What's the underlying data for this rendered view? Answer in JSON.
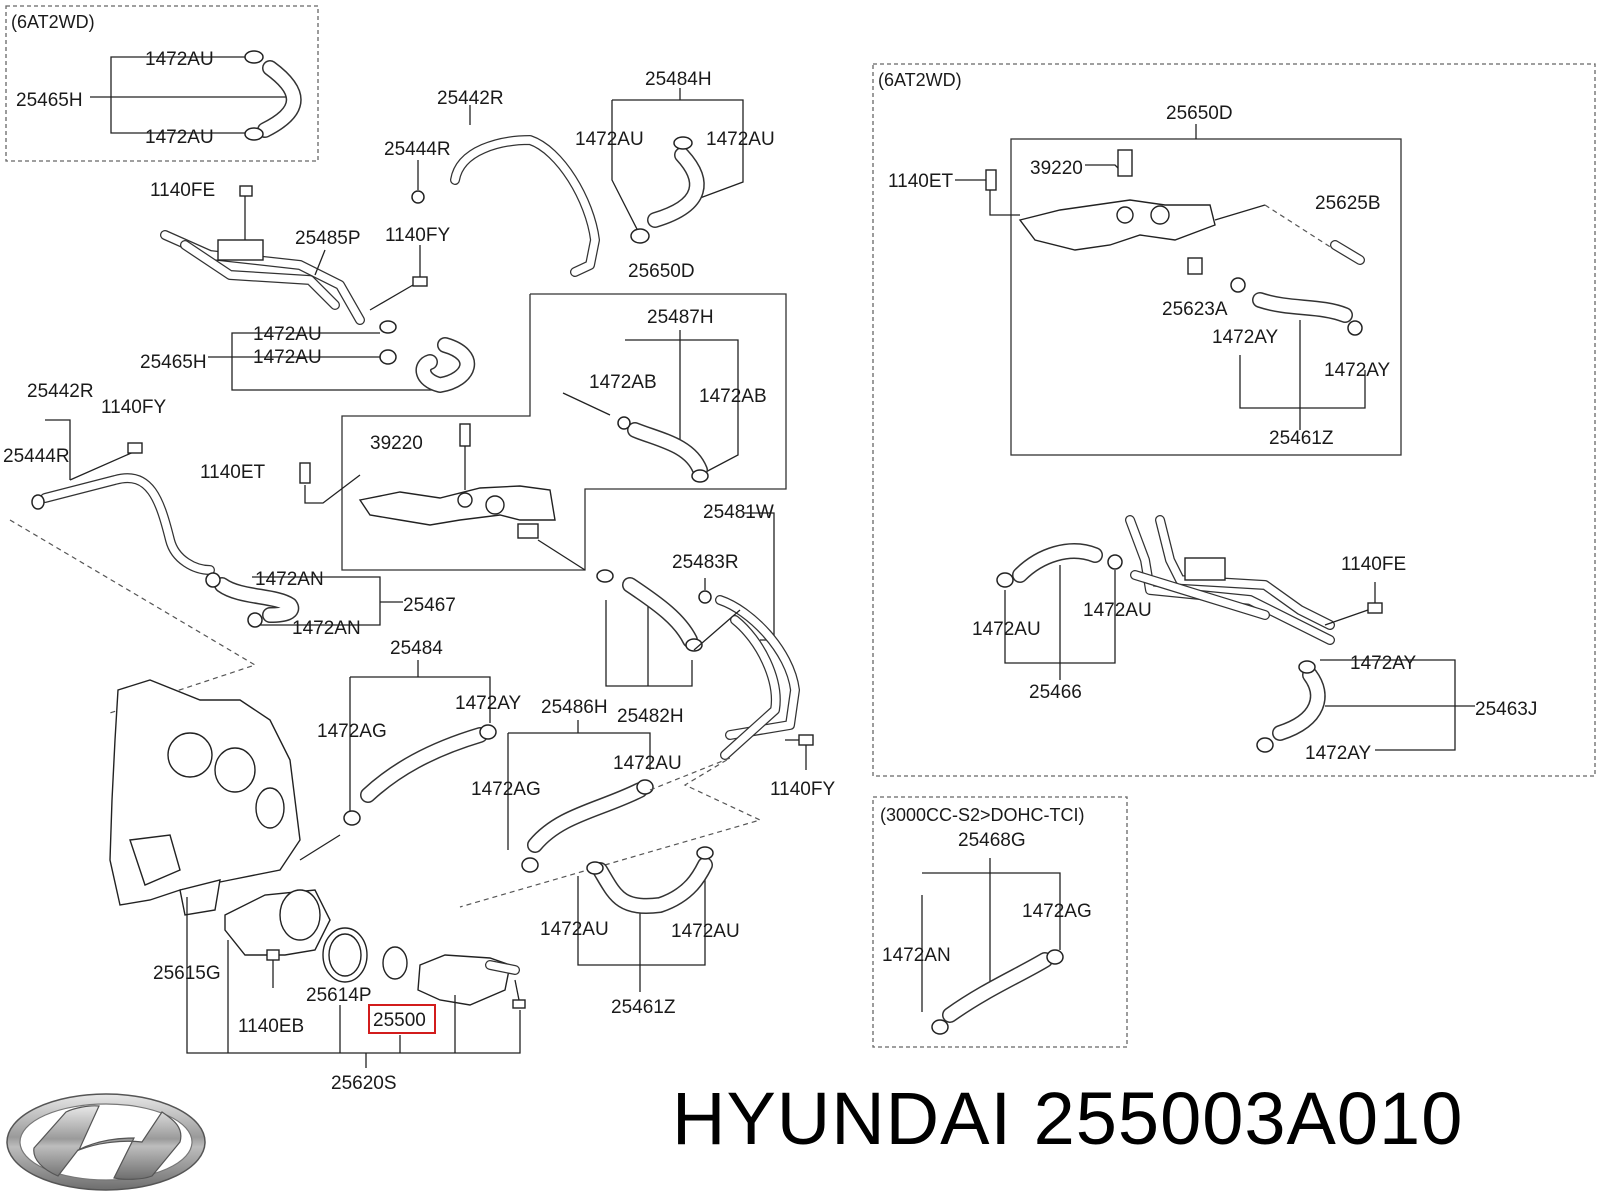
{
  "labels": {
    "top_left_note": "(6AT2WD)",
    "tl_1472AU_a": "1472AU",
    "tl_25465H": "25465H",
    "tl_1472AU_b": "1472AU",
    "p25442R_top": "25442R",
    "p25444R_top": "25444R",
    "p25484H": "25484H",
    "p1472AU_c": "1472AU",
    "p1472AU_d": "1472AU",
    "p1140FE": "1140FE",
    "p25485P": "25485P",
    "p1140FY_a": "1140FY",
    "p25650D": "25650D",
    "p1472AU_e": "1472AU",
    "p1472AU_f": "1472AU",
    "p25465H": "25465H",
    "p25487H": "25487H",
    "p1472AB_a": "1472AB",
    "p1472AB_b": "1472AB",
    "p25442R_left": "25442R",
    "p1140FY_b": "1140FY",
    "p25444R_left": "25444R",
    "p39220": "39220",
    "p1140ET": "1140ET",
    "p25481W": "25481W",
    "p25483R": "25483R",
    "p1472AN_a": "1472AN",
    "p25467": "25467",
    "p1472AN_b": "1472AN",
    "p25484": "25484",
    "p1472AY": "1472AY",
    "p1472AG_a": "1472AG",
    "p25486H": "25486H",
    "p25482H": "25482H",
    "p1472AU_g": "1472AU",
    "p1472AG_b": "1472AG",
    "p1140FY_c": "1140FY",
    "p1472AU_h": "1472AU",
    "p1472AU_i": "1472AU",
    "p25615G": "25615G",
    "p25614P": "25614P",
    "p25500": "25500",
    "p1140EB": "1140EB",
    "p25461Z": "25461Z",
    "p25620S": "25620S",
    "r_note": "(6AT2WD)",
    "r25650D": "25650D",
    "r1140ET": "1140ET",
    "r39220": "39220",
    "r25625B": "25625B",
    "r25623A": "25623A",
    "r1472AY_a": "1472AY",
    "r1472AY_b": "1472AY",
    "r25461Z": "25461Z",
    "r1140FE": "1140FE",
    "r1472AU_a": "1472AU",
    "r1472AU_b": "1472AU",
    "r25466": "25466",
    "r1472AY_c": "1472AY",
    "r25463J": "25463J",
    "r1472AY_d": "1472AY",
    "s_note": "(3000CC-S2>DOHC-TCI)",
    "s25468G": "25468G",
    "s1472AG": "1472AG",
    "s1472AN": "1472AN"
  },
  "highlighted_part": "25500",
  "brand": "HYUNDAI",
  "part_number": "255003A010",
  "highlight_color": "#d21c1c",
  "logo_icon": "hyundai-logo-icon"
}
